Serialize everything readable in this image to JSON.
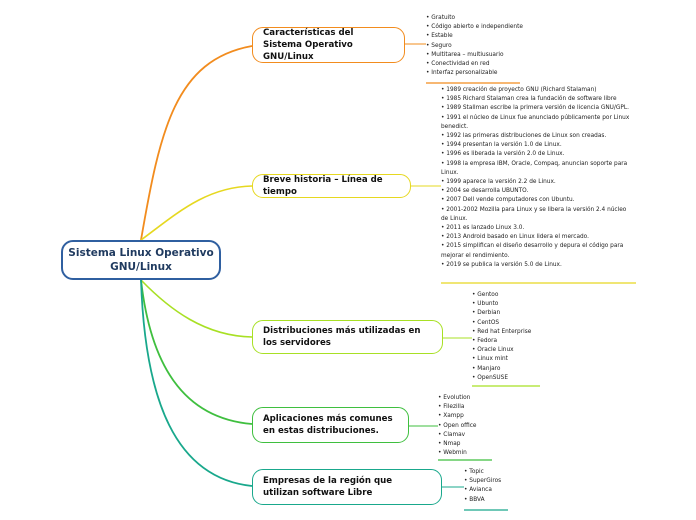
{
  "central": {
    "title": "Sistema Linux Operativo GNU/Linux",
    "color": "#2f5fa0"
  },
  "branches": [
    {
      "label": "Características del Sistema Operativo GNU/Linux",
      "color": "#f28c1e",
      "items": [
        "Gratuito",
        "Código abierto e independiente",
        "Estable",
        "Seguro",
        "Multitarea – multiusuario",
        "Conectividad en red",
        "Interfaz personalizable"
      ]
    },
    {
      "label": "Breve historia – Línea de tiempo",
      "color": "#e6d820",
      "items": [
        "1989 creación de proyecto GNU (Richard Stalaman)",
        "1985 Richard Stalaman crea la fundación de software libre",
        "1989 Stallman escribe la primera versión de licencia GNU/GPL.",
        "1991 el núcleo de Linux fue anunciado públicamente por Linux benedict.",
        "1992 las primeras distribuciones de Linux son creadas.",
        "1994 presentan la versión 1.0 de Linux.",
        "1996 es liberada la versión 2.0 de Linux.",
        "1998 la empresa IBM, Oracle, Compaq, anuncian soporte para Linux.",
        "1999 aparece la versión 2.2 de Linux.",
        "2004 se desarrolla UBUNTO.",
        "2007 Dell vende computadores con Ubuntu.",
        "2001-2002 Mozilla para Linux y se libera la versión 2.4 núcleo de Linux.",
        "2011 es lanzado Linux 3.0.",
        "2013 Android basado en Linux lidera el mercado.",
        "2015 simplifican el diseño desarrollo y depura el código para mejorar el rendimiento.",
        "2019 se publica la versión 5.0 de Linux."
      ]
    },
    {
      "label": "Distribuciones más utilizadas en los servidores",
      "color": "#a8e024",
      "items": [
        "Gentoo",
        "Ubunto",
        "Derbian",
        "CentOS",
        "Red hat Enterprise",
        "Fedora",
        "Oracle Linux",
        "Linux mint",
        "Manjaro",
        "OpenSUSE"
      ]
    },
    {
      "label": "Aplicaciones más comunes en estas distribuciones.",
      "color": "#3fbf3f",
      "items": [
        "Evolution",
        "Filezilla",
        "Xampp",
        "Open office",
        "Clamav",
        "Nmap",
        "Webmin"
      ]
    },
    {
      "label": "Empresas de la región que utilizan software Libre",
      "color": "#19a88c",
      "items": [
        "Topic",
        "SuperGiros",
        "Avianca",
        "BBVA"
      ]
    }
  ]
}
